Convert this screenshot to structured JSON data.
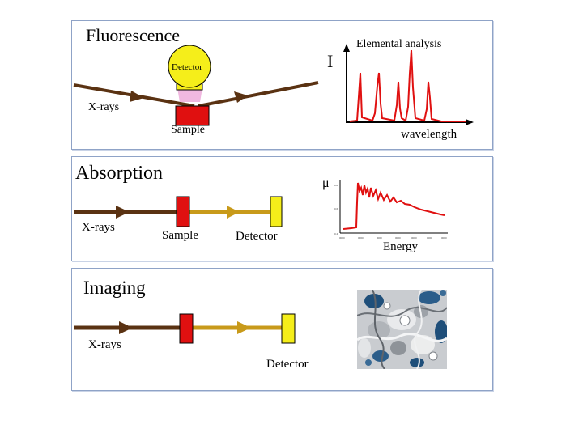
{
  "colors": {
    "beam": "#5a3212",
    "beam_transmitted": "#c89a1a",
    "sample": "#e01010",
    "detector": "#f5ee1a",
    "detector_window": "#f0b8e0",
    "spectrum": "#e01010",
    "panel_border": "#8fa3c7"
  },
  "fluorescence": {
    "title": "Fluorescence",
    "detector_label": "Detector",
    "xray_label": "X-rays",
    "sample_label": "Sample",
    "plot": {
      "title": "Elemental analysis",
      "ylabel": "I",
      "xlabel": "wavelength"
    }
  },
  "absorption": {
    "title": "Absorption",
    "xray_label": "X-rays",
    "sample_label": "Sample",
    "detector_label": "Detector",
    "plot": {
      "ylabel": "μ",
      "xlabel": "Energy"
    }
  },
  "imaging": {
    "title": "Imaging",
    "xray_label": "X-rays",
    "detector_label": "Detector",
    "image_icon": "tomography-image"
  }
}
